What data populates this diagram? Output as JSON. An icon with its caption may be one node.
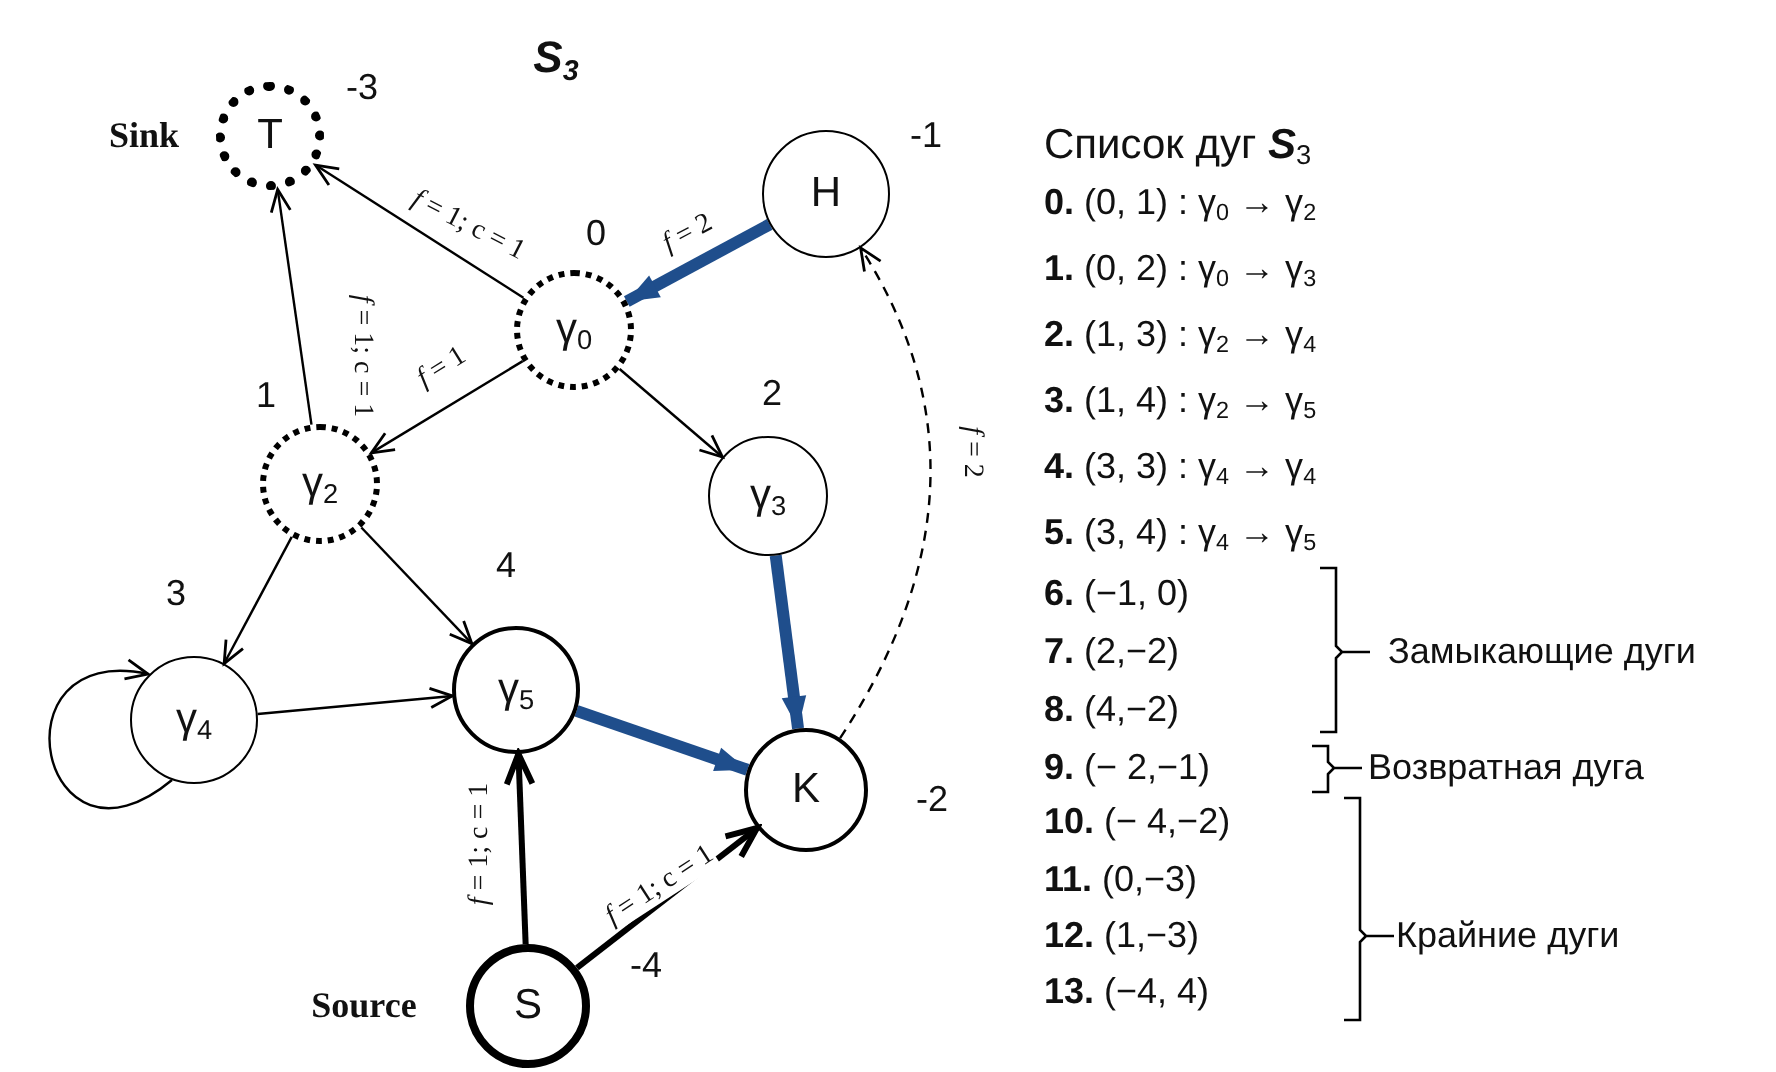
{
  "diagram": {
    "title": "S$_{3}$",
    "nodes": [
      {
        "text": [
          "T"
        ],
        "beside": [
          "Sink",
          "-3"
        ]
      },
      {
        "text": [
          "H"
        ],
        "beside": [
          "-1"
        ]
      },
      {
        "text": [
          "γ$_{0}$"
        ],
        "beside": [
          "0"
        ]
      },
      {
        "text": [
          "γ$_{2}$"
        ],
        "beside": [
          "1"
        ]
      },
      {
        "text": [
          "γ$_{3}$"
        ],
        "beside": [
          "2"
        ]
      },
      {
        "text": [
          "γ$_{4}$"
        ],
        "beside": [
          "3"
        ]
      },
      {
        "text": [
          "γ$_{5}$"
        ],
        "beside": [
          "4"
        ]
      },
      {
        "text": [
          "K"
        ],
        "beside": [
          "-2"
        ]
      },
      {
        "text": [
          "S"
        ],
        "beside": [
          "-4",
          "Source"
        ]
      }
    ],
    "edges": [
      {
        "from": 2,
        "to": 0,
        "arrow": "to",
        "label": "*f* = 1; c = 1"
      },
      {
        "from": 1,
        "to": 2,
        "arrow": "to",
        "label": "*f* = 2",
        "style": "thick",
        "color": "#1f4e8c"
      },
      {
        "from": 2,
        "to": 3,
        "arrow": "to",
        "label": "*f* = 1"
      },
      {
        "from": 2,
        "to": 4,
        "arrow": "to"
      },
      {
        "from": 3,
        "to": 0,
        "arrow": "to",
        "label": "*f* = 1; c = 1"
      },
      {
        "from": 3,
        "to": 5,
        "arrow": "to"
      },
      {
        "from": 3,
        "to": 6,
        "arrow": "to"
      },
      {
        "from": 5,
        "to": 5,
        "arrow": "to"
      },
      {
        "from": 5,
        "to": 6,
        "arrow": "to"
      },
      {
        "from": 6,
        "to": 7,
        "arrow": "to",
        "style": "thick",
        "color": "#1f4e8c"
      },
      {
        "from": 4,
        "to": 7,
        "arrow": "to",
        "style": "thick",
        "color": "#1f4e8c"
      },
      {
        "from": 7,
        "to": 1,
        "arrow": "to",
        "label": "*f* = 2",
        "style": "dashed"
      },
      {
        "from": 8,
        "to": 6,
        "arrow": "to",
        "label": "*f* = 1; c = 1",
        "style": "thick"
      },
      {
        "from": 8,
        "to": 7,
        "arrow": "to",
        "label": "*f* = 1; c = 1",
        "style": "thick"
      }
    ],
    "labels": [
      "Список дуг **S**$_{3}$",
      "**0.** (0, 1) : γ$_{0}$ → γ$_{2}$",
      "**1.** (0, 2) : γ$_{0}$ → γ$_{3}$",
      "**2.** (1, 3) : γ$_{2}$ → γ$_{4}$",
      "**3.** (1, 4) : γ$_{2}$ → γ$_{5}$",
      "**4.** (3, 3) : γ$_{4}$ → γ$_{4}$",
      "**5.** (3, 4) : γ$_{4}$ → γ$_{5}$",
      "**6.** (−1, 0)",
      "**7.** (2,−2)",
      "**8.** (4,−2)",
      "Замыкающие дуги",
      "**9.** (− 2,−1)",
      "Возвратная дуга",
      "**10.** (− 4,−2)",
      "**11.** (0,−3)",
      "**12.** (1,−3)",
      "**13.** (−4, 4)",
      "Крайние дуги"
    ]
  }
}
